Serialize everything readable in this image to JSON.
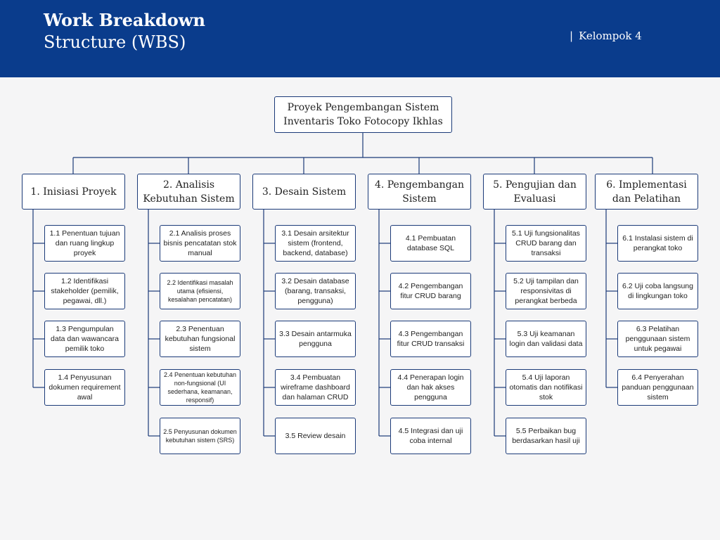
{
  "header": {
    "title_line1": "Work Breakdown",
    "title_line2": "Structure (WBS)",
    "group_label": "Kelompok 4",
    "bg_color": "#0a3c8c"
  },
  "wbs": {
    "root": "Proyek Pengembangan Sistem Inventaris Toko Fotocopy Ikhlas",
    "phases": [
      {
        "label": "1. Inisiasi Proyek",
        "tasks": [
          "1.1 Penentuan tujuan dan ruang lingkup proyek",
          "1.2 Identifikasi stakeholder (pemilik, pegawai, dll.)",
          "1.3 Pengumpulan data dan wawancara pemilik toko",
          "1.4 Penyusunan dokumen requirement awal"
        ]
      },
      {
        "label": "2. Analisis Kebutuhan Sistem",
        "tasks": [
          "2.1 Analisis proses bisnis pencatatan stok manual",
          "2.2 Identifikasi masalah utama (efisiensi, kesalahan pencatatan)",
          "2.3 Penentuan kebutuhan fungsional sistem",
          "2.4 Penentuan kebutuhan non-fungsional (UI sederhana, keamanan, responsif)",
          "2.5 Penyusunan dokumen kebutuhan sistem (SRS)"
        ]
      },
      {
        "label": "3. Desain Sistem",
        "tasks": [
          "3.1 Desain arsitektur sistem (frontend, backend, database)",
          "3.2 Desain database (barang, transaksi, pengguna)",
          "3.3 Desain antarmuka pengguna",
          "3.4 Pembuatan wireframe dashboard dan halaman CRUD",
          "3.5 Review desain"
        ]
      },
      {
        "label": "4. Pengembangan Sistem",
        "tasks": [
          "4.1 Pembuatan database SQL",
          "4.2 Pengembangan fitur CRUD barang",
          "4.3 Pengembangan fitur CRUD transaksi",
          "4.4 Penerapan login dan hak akses pengguna",
          "4.5 Integrasi dan uji coba internal"
        ]
      },
      {
        "label": "5. Pengujian dan Evaluasi",
        "tasks": [
          "5.1 Uji fungsionalitas CRUD barang dan transaksi",
          "5.2 Uji tampilan dan responsivitas di perangkat berbeda",
          "5.3 Uji keamanan login dan validasi data",
          "5.4 Uji laporan otomatis dan notifikasi stok",
          "5.5 Perbaikan bug berdasarkan hasil uji"
        ]
      },
      {
        "label": "6. Implementasi dan Pelatihan",
        "tasks": [
          "6.1 Instalasi sistem di perangkat toko",
          "6.2 Uji coba langsung di lingkungan toko",
          "6.3 Pelatihan penggunaan sistem untuk pegawai",
          "6.4 Penyerahan panduan penggunaan sistem"
        ]
      }
    ]
  }
}
